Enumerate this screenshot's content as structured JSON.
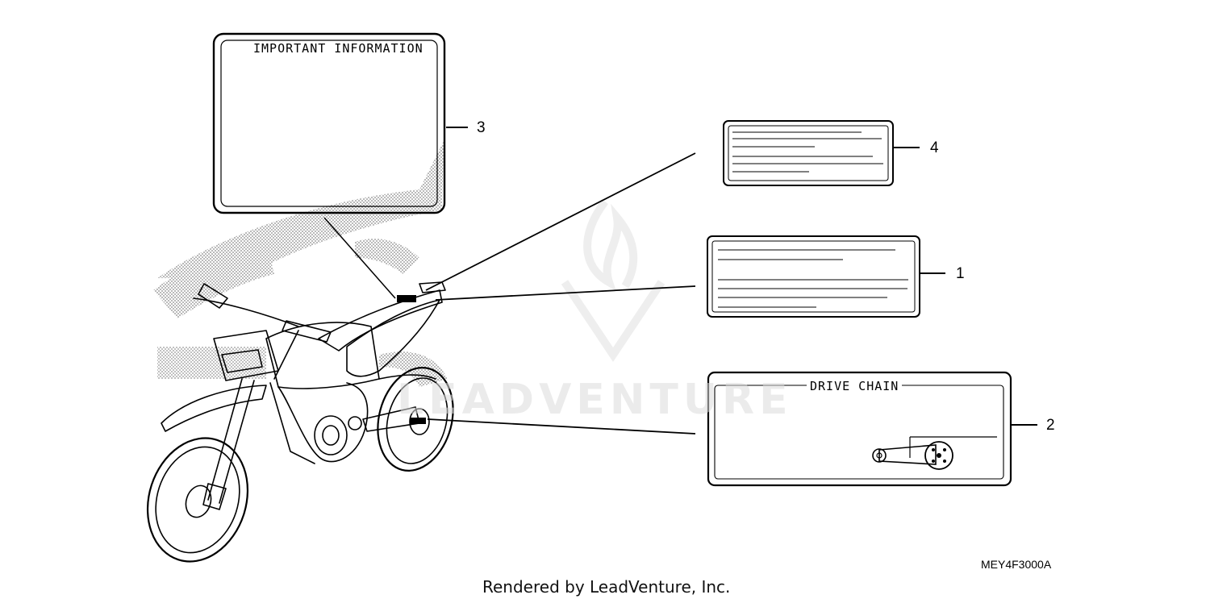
{
  "labels": {
    "important_title": "IMPORTANT INFORMATION",
    "drive_chain_title": "DRIVE CHAIN"
  },
  "callouts": {
    "c1": "1",
    "c2": "2",
    "c3": "3",
    "c4": "4"
  },
  "diagram_code": "MEY4F3000A",
  "credit": "Rendered by LeadVenture, Inc.",
  "watermark": "LEADVENTURE",
  "colors": {
    "line": "#000000",
    "shade": "#b5b5b5",
    "watermark": "#dcdcdc"
  }
}
